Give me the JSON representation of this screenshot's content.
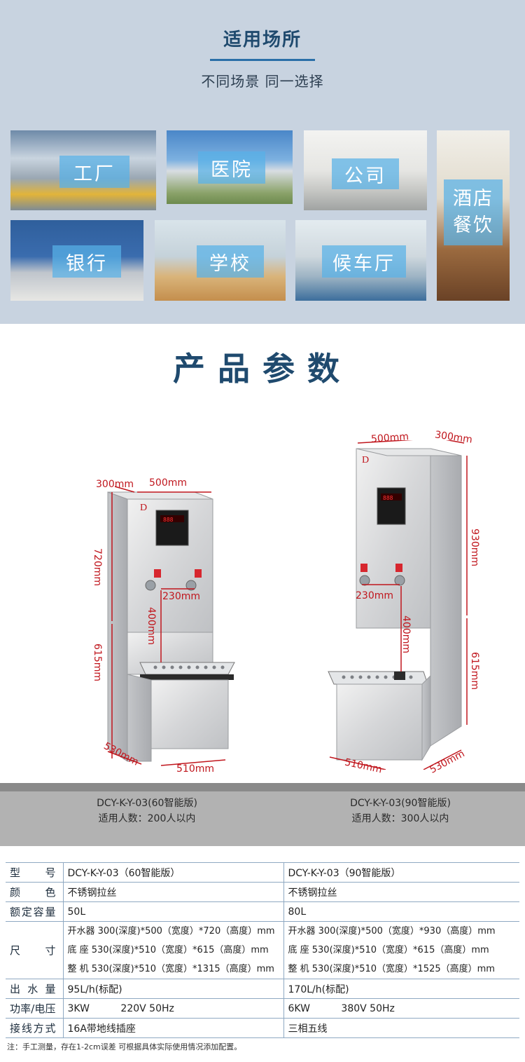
{
  "venues": {
    "title": "适用场所",
    "subtitle": "不同场景  同一选择",
    "items": [
      "工厂",
      "医院",
      "公司",
      "银行",
      "学校",
      "候车厅"
    ],
    "hotel_lines": [
      "酒店",
      "餐饮"
    ]
  },
  "params": {
    "title": "产品参数",
    "dims_small": {
      "depth_top": "300mm",
      "width_top": "500mm",
      "height_upper": "720mm",
      "height_lower": "615mm",
      "tap_gap": "230mm",
      "tap_height": "400mm",
      "base_depth": "530mm",
      "base_width": "510mm"
    },
    "dims_large": {
      "width_top": "500mm",
      "depth_top": "300mm",
      "height_upper": "930mm",
      "height_lower": "615mm",
      "tap_gap": "230mm",
      "tap_height": "400mm",
      "base_width": "510mm",
      "base_depth": "530mm"
    }
  },
  "models": [
    {
      "name": "DCY-K-Y-03(60智能版)",
      "capacity": "适用人数：200人以内"
    },
    {
      "name": "DCY-K-Y-03(90智能版)",
      "capacity": "适用人数：300人以内"
    }
  ],
  "spec": {
    "rows": {
      "model": {
        "key": "型    号",
        "v1": "DCY-K-Y-03（60智能版）",
        "v2": "DCY-K-Y-03（90智能版）"
      },
      "color": {
        "key": "颜    色",
        "v1": "不锈钢拉丝",
        "v2": "不锈钢拉丝"
      },
      "volume": {
        "key": "额定容量",
        "v1": "50L",
        "v2": "80L"
      },
      "size": {
        "key": "尺    寸",
        "v1": [
          "开水器 300(深度)*500（宽度）*720（高度）mm",
          "底 座 530(深度)*510（宽度）*615（高度）mm",
          "整 机 530(深度)*510（宽度）*1315（高度）mm"
        ],
        "v2": [
          "开水器 300(深度)*500（宽度）*930（高度）mm",
          "底 座 530(深度)*510（宽度）*615（高度）mm",
          "整 机 530(深度)*510（宽度）*1525（高度）mm"
        ]
      },
      "output": {
        "key": "出 水 量",
        "v1": "95L/h(标配)",
        "v2": "170L/h(标配)"
      },
      "power": {
        "key": "功率/电压",
        "v1": "3KW          220V 50Hz",
        "v2": "6KW          380V 50Hz"
      },
      "wiring": {
        "key": "接线方式",
        "v1": "16A带地线插座",
        "v2": "三相五线"
      }
    },
    "note": "注：手工测量，存在1-2cm误差 可根据具体实际使用情况添加配置。"
  },
  "colors": {
    "accent": "#1f4a6e",
    "dimension_red": "#c0161d",
    "label_blue": "#58b2e8"
  }
}
